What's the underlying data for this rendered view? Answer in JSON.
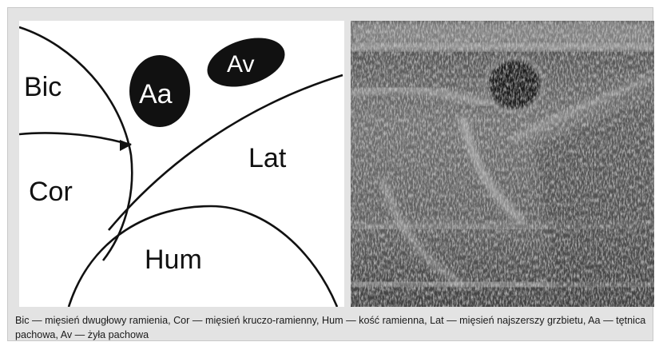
{
  "labels": {
    "bic": "Bic",
    "cor": "Cor",
    "hum": "Hum",
    "lat": "Lat",
    "aa": "Aa",
    "av": "Av"
  },
  "caption": "Bic — mięsień dwugłowy ramienia, Cor — mięsień kruczo-ramienny, Hum — kość ramienna, Lat — mięsień najszerszy grzbietu, Aa — tętnica pachowa, Av — żyła pachowa",
  "colors": {
    "background": "#e3e3e3",
    "outline": "#111111",
    "vessel_fill": "#111111",
    "vessel_label": "#ffffff"
  }
}
